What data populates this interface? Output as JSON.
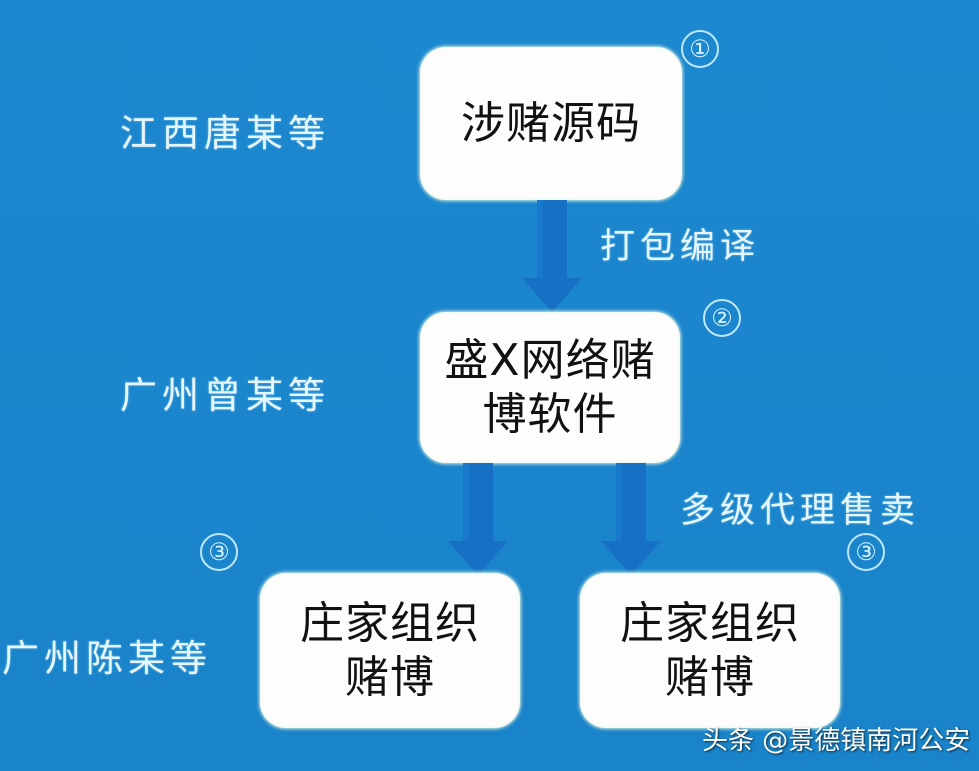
{
  "colors": {
    "background": "#1a86cc",
    "box_fill": "#fdfdfb",
    "arrow": "#1670c4",
    "label_text": "#e6f6ff"
  },
  "nodes": [
    {
      "id": "1",
      "text_lines": [
        "涉赌源码"
      ],
      "number": "①"
    },
    {
      "id": "2",
      "text_lines": [
        "盛X网络赌",
        "博软件"
      ],
      "number": "②"
    },
    {
      "id": "3a",
      "text_lines": [
        "庄家组织",
        "赌博"
      ],
      "number": "③"
    },
    {
      "id": "3b",
      "text_lines": [
        "庄家组织",
        "赌博"
      ],
      "number": "③"
    }
  ],
  "actors": [
    {
      "text": "江西唐某等"
    },
    {
      "text": "广州曾某等"
    },
    {
      "text": "广州陈某等"
    }
  ],
  "edges": [
    {
      "from": "1",
      "to": "2",
      "label": "打包编译"
    },
    {
      "from": "2",
      "to": "3a",
      "label": ""
    },
    {
      "from": "2",
      "to": "3b",
      "label": "多级代理售卖"
    }
  ],
  "watermark": "头条 @景德镇南河公安"
}
